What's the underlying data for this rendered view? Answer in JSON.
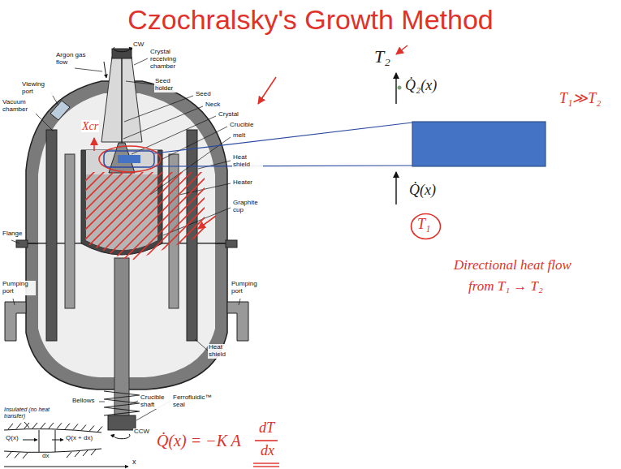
{
  "diagram": {
    "title": "Czochralsky's Growth Method",
    "nodes": [
      {
        "text": [
          "T₁"
        ]
      }
    ],
    "labels": [
      "Argon gas flow",
      "CW",
      "Crystal receiving chamber",
      "Viewing port",
      "Seed holder",
      "Vacuum chamber",
      "Seed",
      "Neck",
      "Crystal",
      "Crucible",
      "melt",
      "Heat shield",
      "Heater",
      "Flange",
      "Graphite cup",
      "Pumping port",
      "Pumping port",
      "Heat shield",
      "Bellows",
      "Crucible shaft",
      "Ferrofluidic™ seal",
      "CCW",
      "Insulated (no heat transfer)",
      "Q(x)",
      "Q(x + dx)",
      "dx",
      "x",
      "Xcr",
      "Q̇(x) = −K A",
      "dT",
      "dx",
      "T₂",
      "Q̇₂(x)",
      "T₁≫T₂",
      "Q̇(x)",
      "Directional heat flow",
      "from T₁ → T₂"
    ]
  }
}
